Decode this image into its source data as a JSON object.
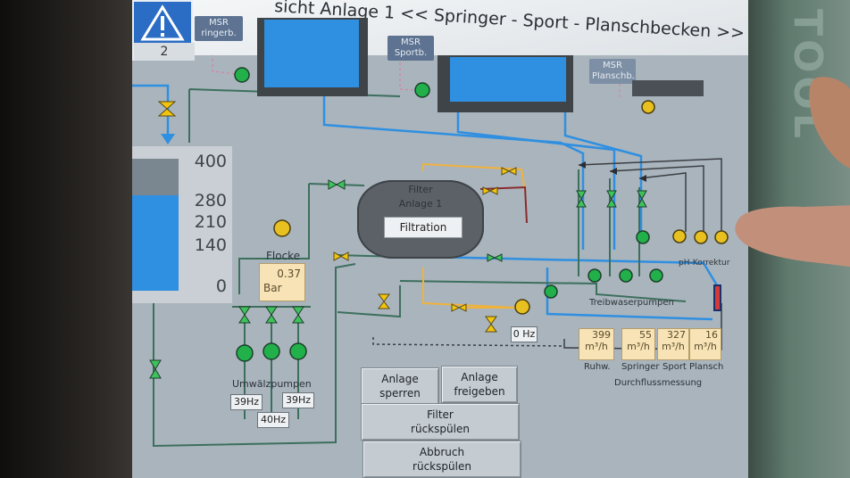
{
  "header": {
    "title": "sicht Anlage 1 << Springer - Sport - Planschbecken >>",
    "alarm_count": "2"
  },
  "msr_tags": [
    {
      "line1": "MSR",
      "line2": "ringerb."
    },
    {
      "line1": "MSR",
      "line2": "Sportb."
    },
    {
      "line1": "MSR",
      "line2": "Planschb."
    }
  ],
  "level_scale": [
    "400",
    "280",
    "210",
    "140",
    "0"
  ],
  "level_fraction": 0.72,
  "filter": {
    "label1": "Filter",
    "label2": "Anlage 1",
    "mode_button": "Filtration"
  },
  "flocke": {
    "label": "Flocke",
    "value": "0.37",
    "unit": "Bar"
  },
  "frequency_readouts": {
    "pump_hz": "0 Hz",
    "uw1": "39Hz",
    "uw2": "39Hz",
    "uw3": "40Hz"
  },
  "labels": {
    "umwaelzpumpen": "Umwälzpumpen",
    "treibwasserpumpen": "Treibwaserpumpen",
    "ph_korrektur": "pH-Korrektur",
    "durchflussmessung": "Durchflussmessung"
  },
  "flow_readouts": [
    {
      "value": "399",
      "unit": "m³/h",
      "name": "Ruhw."
    },
    {
      "value": "55",
      "unit": "m³/h",
      "name": "Springer"
    },
    {
      "value": "327",
      "unit": "m³/h",
      "name": "Sport"
    },
    {
      "value": "16",
      "unit": "m³/h",
      "name": "Plansch"
    }
  ],
  "buttons": {
    "lock_line1": "Anlage",
    "lock_line2": "sperren",
    "release_line1": "Anlage",
    "release_line2": "freigeben",
    "backwash_line1": "Filter",
    "backwash_line2": "rückspülen",
    "abort_line1": "Abbruch",
    "abort_line2": "rückspülen"
  },
  "colors": {
    "water": "#2f8fe0",
    "pump_on": "#22b04a",
    "pump_idle": "#e8c020",
    "valve": "#f1c40f",
    "valve_green": "#3fc25b",
    "alarm_blue": "#2b6cc4"
  },
  "bezel_brand": "TOOL"
}
